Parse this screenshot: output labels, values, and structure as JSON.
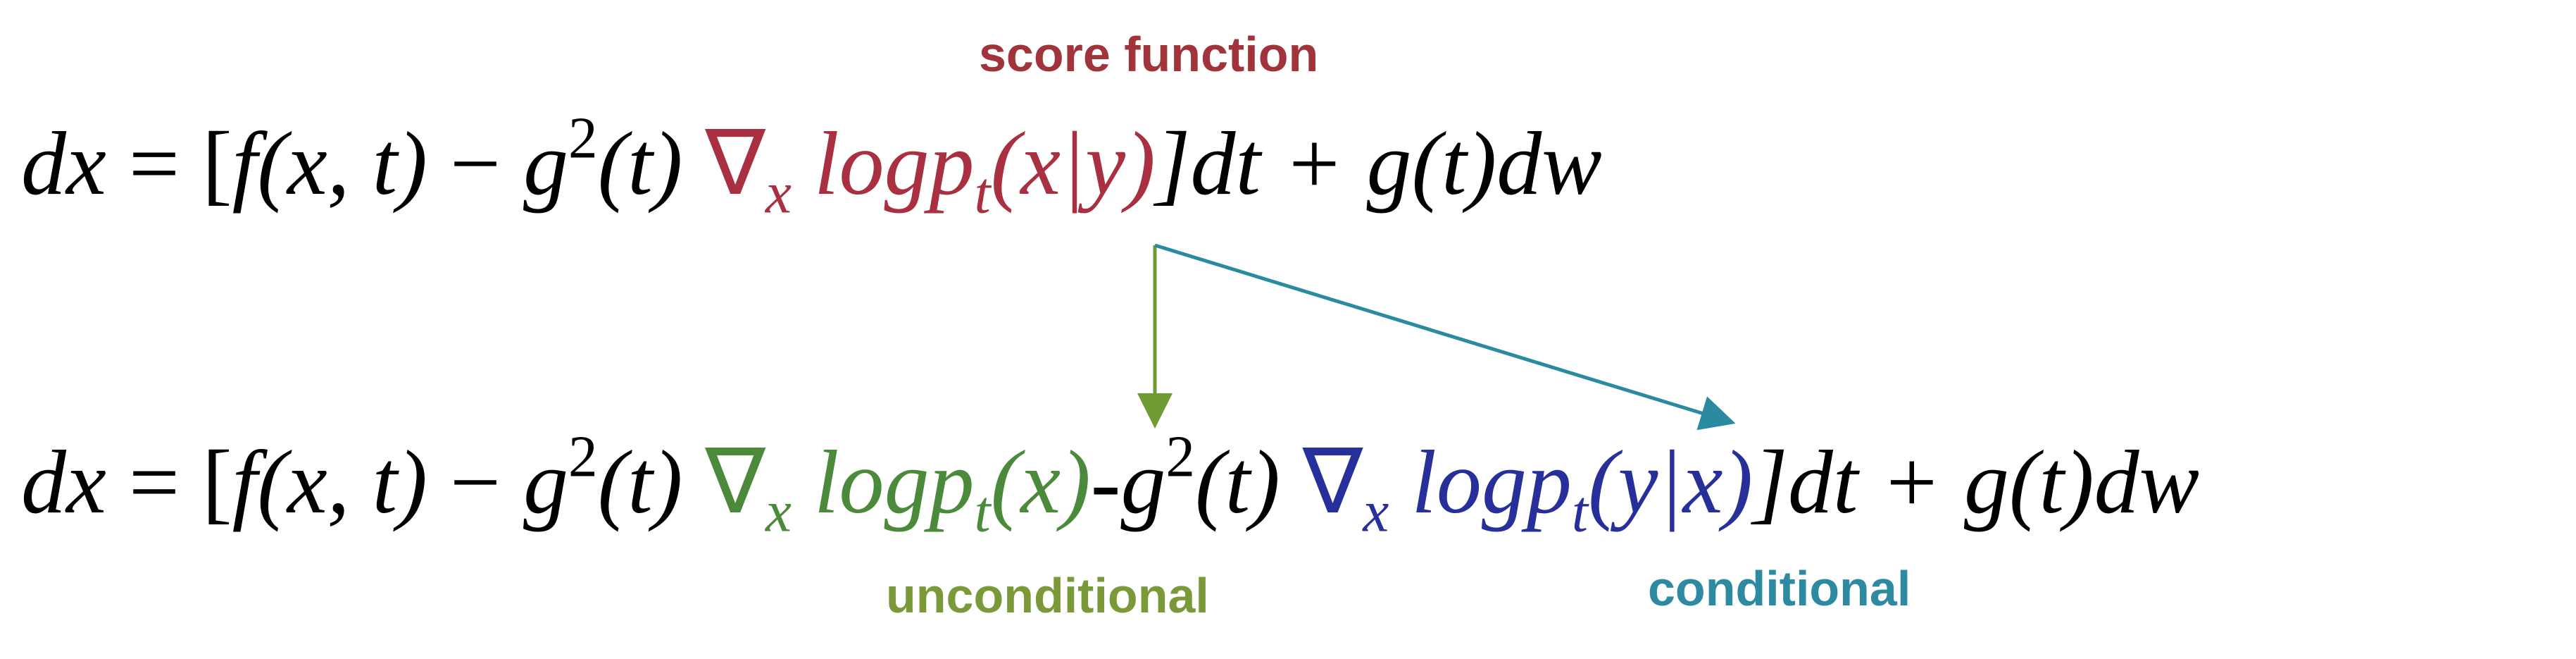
{
  "labels": {
    "score_function": "score function",
    "unconditional": "unconditional",
    "conditional": "conditional"
  },
  "equation_top": {
    "lhs": "dx",
    "eq": " = [",
    "f": "f",
    "f_args": "(x, t)",
    "minus": " − ",
    "g": "g",
    "sq": "2",
    "g_arg": "(t) ",
    "nabla": "∇",
    "nabla_sub": "x",
    "log_p": " logp",
    "p_sub": "t",
    "p_args": "(x|y)",
    "tail": "]dt + g(t)dw"
  },
  "equation_bottom": {
    "lhs": "dx",
    "eq": " = [",
    "f": "f",
    "f_args": "(x, t)",
    "minus": " − ",
    "g": "g",
    "sq": "2",
    "g_arg": "(t) ",
    "nabla1": "∇",
    "nabla1_sub": "x",
    "log_p1": " logp",
    "p1_sub": "t",
    "p1_args": "(x)",
    "dash": "-",
    "g2": "g",
    "sq2": "2",
    "g2_arg": "(t) ",
    "nabla2": "∇",
    "nabla2_sub": "x",
    "log_p2": " logp",
    "p2_sub": "t",
    "p2_args": "(y|x)",
    "tail": "]dt + g(t)dw"
  },
  "colors": {
    "score_label": "#a0343a",
    "score_term": "#a83040",
    "unconditional": "#7a9a3a",
    "unconditional_term": "#4a8a3a",
    "conditional_label": "#2e8aa0",
    "conditional_term": "#27309a",
    "arrow_green": "#6f9a34",
    "arrow_teal": "#2a8aa0"
  }
}
